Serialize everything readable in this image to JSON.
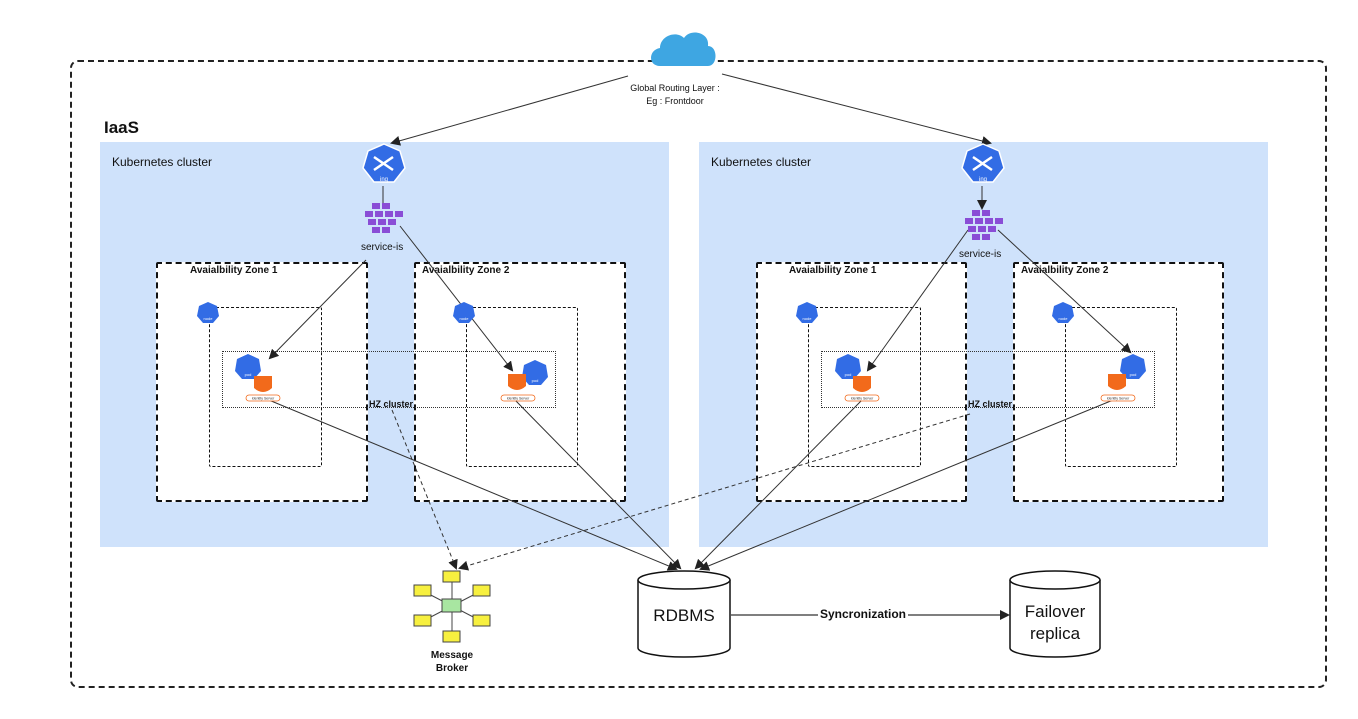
{
  "global_routing": {
    "line1": "Global Routing Layer :",
    "line2": "Eg : Frontdoor"
  },
  "iaas": {
    "title": "IaaS"
  },
  "clusters": [
    {
      "label": "Kubernetes cluster",
      "ingress_icon": "ing",
      "service_label": "service-is",
      "zones": [
        {
          "label": "Avaialbility Zone 1"
        },
        {
          "label": "Avaialbility Zone 2"
        }
      ],
      "hz_label": "HZ cluster"
    },
    {
      "label": "Kubernetes cluster",
      "ingress_icon": "ing",
      "service_label": "service-is",
      "zones": [
        {
          "label": "Avaialbility Zone 1"
        },
        {
          "label": "Avaialbility Zone 2"
        }
      ],
      "hz_label": "HZ cluster"
    }
  ],
  "icons": {
    "node": "node",
    "pod": "pod",
    "identity": "Identity Server"
  },
  "message_broker": {
    "line1": "Message",
    "line2": "Broker"
  },
  "rdbms": {
    "label": "RDBMS"
  },
  "sync": {
    "label": "Syncronization"
  },
  "replica": {
    "line1": "Failover",
    "line2": "replica"
  },
  "colors": {
    "cluster_bg": "#cfe2fb",
    "k8s_blue": "#326ce5",
    "identity_orange": "#f26a1b",
    "service_purple": "#8a4dd6",
    "broker_yellow": "#f7f03f",
    "broker_green": "#a8e6a1"
  }
}
